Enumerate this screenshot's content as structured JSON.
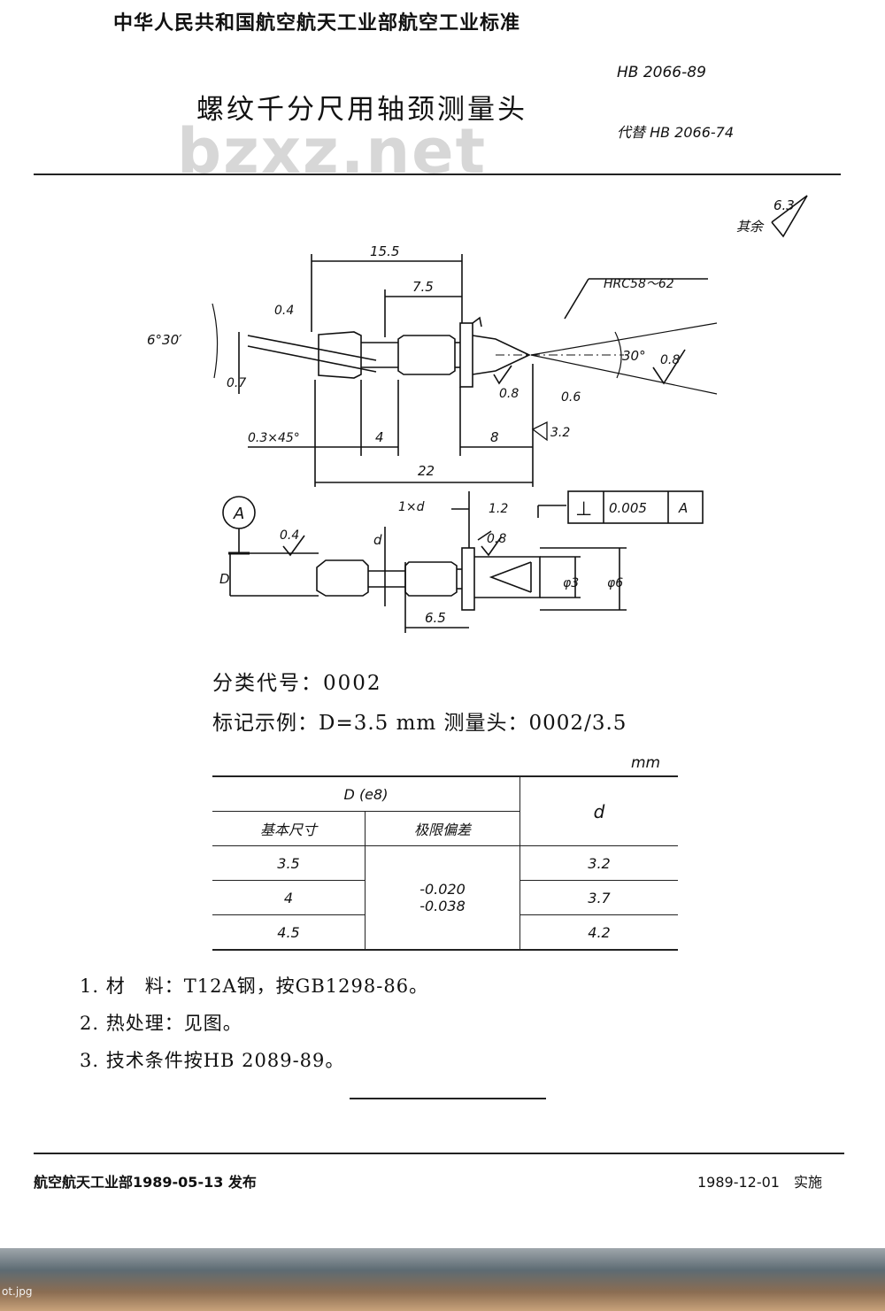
{
  "header": {
    "organization": "中华人民共和国航空航天工业部航空工业标准",
    "title": "螺纹千分尺用轴颈测量头",
    "standard_number": "HB 2066-89",
    "replaces": "代替 HB 2066-74",
    "watermark": "bzxz.net"
  },
  "drawing": {
    "roughness_other_label": "其余",
    "roughness_other_value": "6.3",
    "dims_top": {
      "len_15_5": "15.5",
      "len_7_5": "7.5",
      "hardness": "HRC58～62",
      "angle_6_30": "6°30′",
      "dim_0_4": "0.4",
      "dim_0_7": "0.7",
      "angle_30": "30°",
      "rough_0_8_a": "0.8",
      "rough_0_8_b": "0.8",
      "dim_0_6": "0.6",
      "rough_3_2": "3.2",
      "chamfer": "0.3×45°",
      "len_4": "4",
      "len_8": "8",
      "len_22": "22"
    },
    "dims_bottom": {
      "datum": "A",
      "rough_0_4": "0.4",
      "dim_D": "D",
      "dim_d": "d",
      "groove": "1×d",
      "len_1_2": "1.2",
      "rough_0_8": "0.8",
      "tol_symbol": "⊥",
      "tol_value": "0.005",
      "tol_datum": "A",
      "dia_3": "φ3",
      "dia_6": "φ6",
      "len_6_5": "6.5"
    }
  },
  "classification": "分类代号：0002",
  "marking_example": "标记示例：D=3.5 mm 测量头：0002/3.5",
  "table": {
    "unit": "mm",
    "header_group": "D (e8)",
    "col_basic": "基本尺寸",
    "col_deviation": "极限偏差",
    "col_d": "d",
    "deviation_upper": "-0.020",
    "deviation_lower": "-0.038",
    "rows": [
      {
        "basic": "3.5",
        "d": "3.2"
      },
      {
        "basic": "4",
        "d": "3.7"
      },
      {
        "basic": "4.5",
        "d": "4.2"
      }
    ]
  },
  "notes": [
    "1. 材　料：T12A钢，按GB1298-86。",
    "2. 热处理：见图。",
    "3. 技术条件按HB 2089-89。"
  ],
  "footer": {
    "issued": "航空航天工业部1989-05-13 发布",
    "effective": "1989-12-01　实施"
  },
  "taskbar": {
    "filename": "ot.jpg"
  }
}
